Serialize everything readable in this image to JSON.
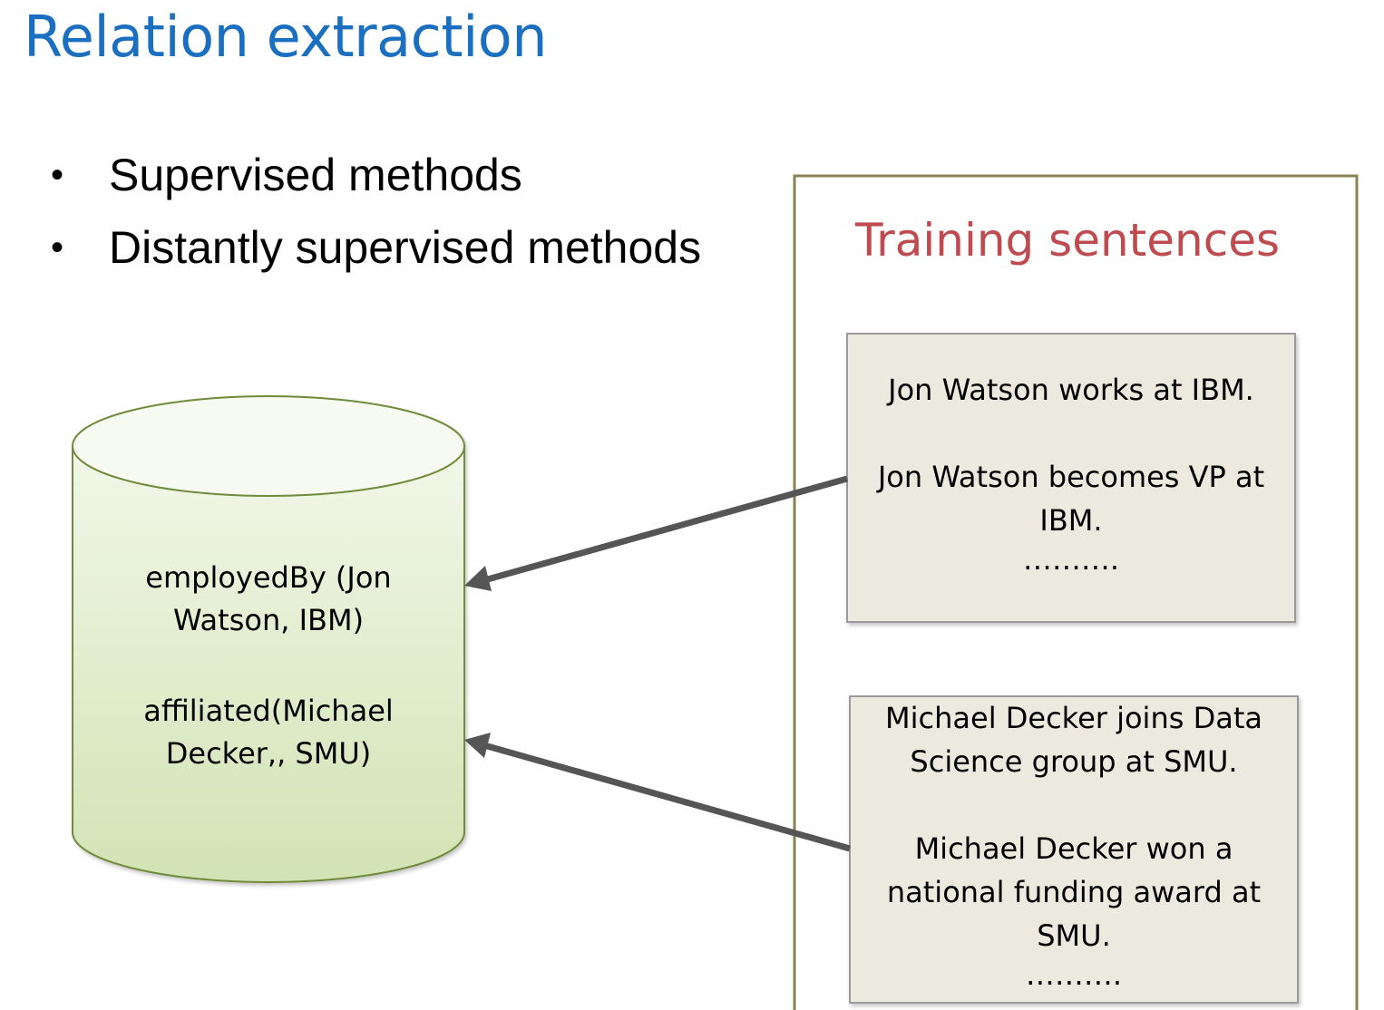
{
  "title": "Relation extraction",
  "bullets": [
    "Supervised methods",
    "Distantly supervised methods"
  ],
  "training_panel": {
    "heading": "Training sentences",
    "box1": {
      "line1": "Jon Watson works at IBM.",
      "line2": "Jon Watson becomes VP at",
      "line3": "IBM.",
      "line4": "………."
    },
    "box2": {
      "line1": "Michael Decker joins Data",
      "line2": "Science group at SMU.",
      "line3": "Michael Decker won a",
      "line4": "national funding award at",
      "line5": "SMU.",
      "line6": "………."
    }
  },
  "knowledge_base": {
    "fact1_line1": "employedBy (Jon",
    "fact1_line2": "Watson, IBM)",
    "fact2_line1": "affiliated(Michael",
    "fact2_line2": "Decker,, SMU)"
  },
  "colors": {
    "title": "#1b6fc0",
    "training_heading": "#bd4b4f",
    "panel_border": "#8a8154",
    "box_fill": "#eceade",
    "cylinder_fill_top": "#f2f7e8",
    "cylinder_fill_bottom": "#d2e3b4",
    "cylinder_stroke": "#6f8b3a",
    "arrow": "#555555"
  }
}
